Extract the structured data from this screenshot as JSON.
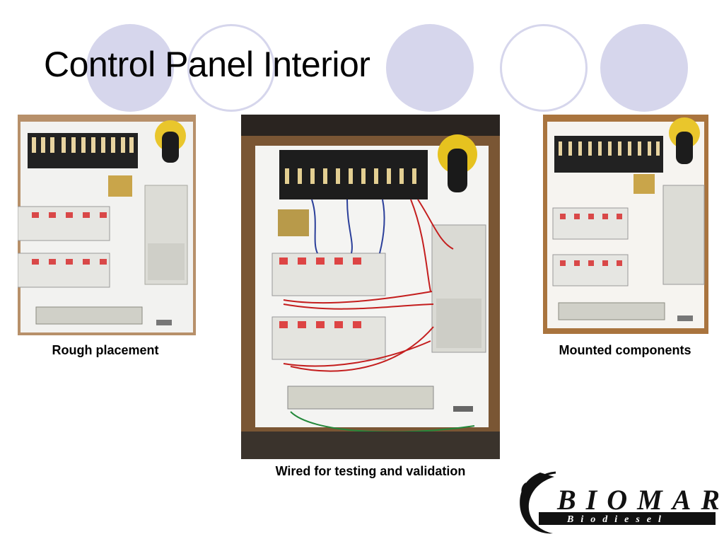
{
  "slide": {
    "title": "Control Panel Interior",
    "accent_color": "#d6d6ec"
  },
  "photos": [
    {
      "name": "rough-placement-photo",
      "caption": "Rough placement"
    },
    {
      "name": "wired-photo",
      "caption": "Wired for testing and validation"
    },
    {
      "name": "mounted-photo",
      "caption": "Mounted components"
    }
  ],
  "logo": {
    "brand": "BIOMARQ",
    "tagline": "Biodiesel"
  }
}
